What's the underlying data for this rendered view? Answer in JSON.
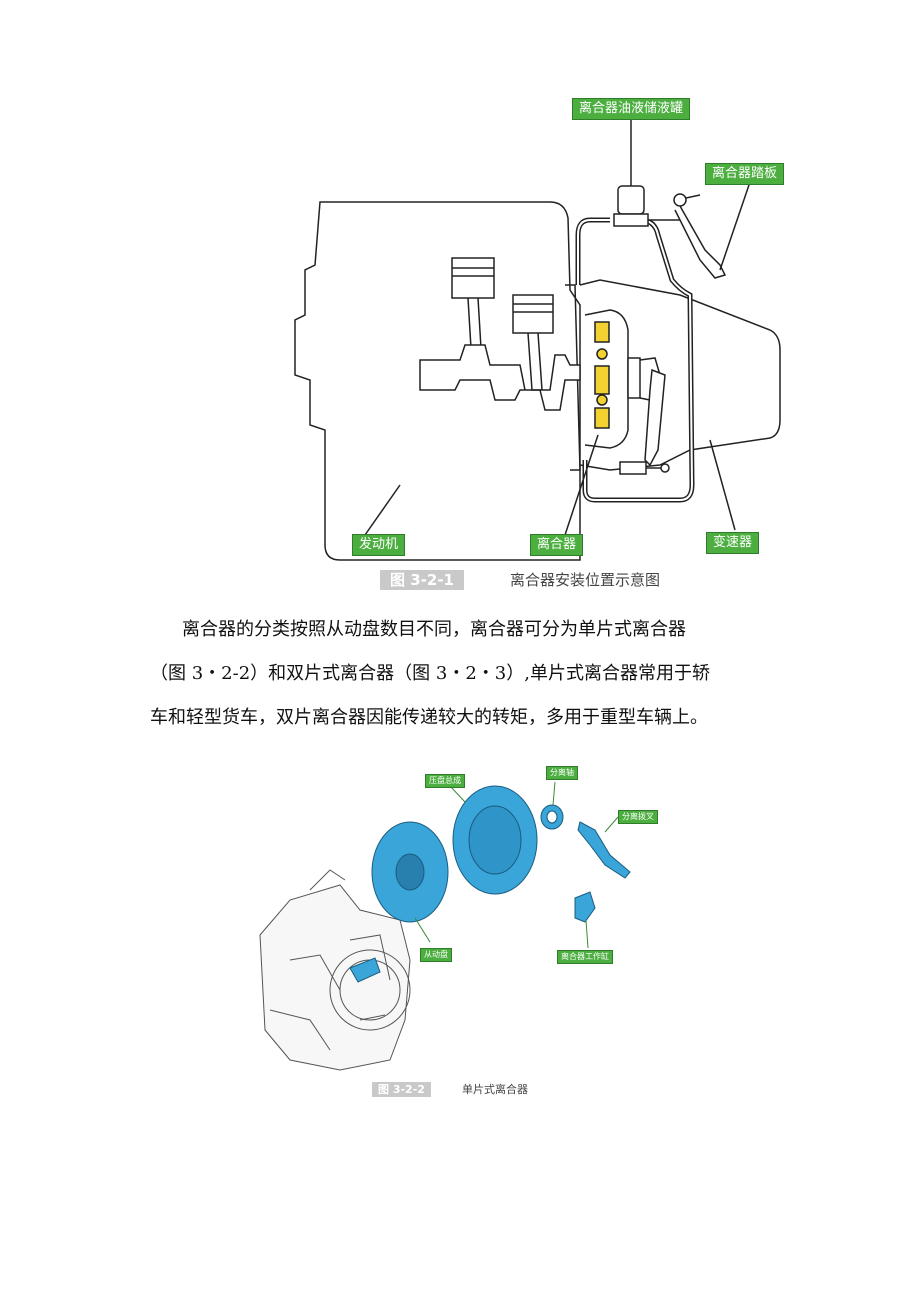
{
  "figure1": {
    "labels": {
      "reservoir": "离合器油液储液罐",
      "pedal": "离合器踏板",
      "engine": "发动机",
      "clutch": "离合器",
      "transmission": "变速器"
    },
    "caption_number": "图 3-2-1",
    "caption_title": "离合器安装位置示意图"
  },
  "paragraph": {
    "line1": "离合器的分类按照从动盘数目不同，离合器可分为单片式离合器",
    "line2": "（图 3・2-2）和双片式离合器（图 3・2・3）,单片式离合器常用于轿",
    "line3": "车和轻型货车，双片离合器因能传递较大的转矩，多用于重型车辆上。"
  },
  "figure2": {
    "labels": {
      "pressure_plate": "压盘总成",
      "release_bearing": "分离轴",
      "release_fork": "分离拨叉",
      "driven_disc": "从动盘",
      "slave_cylinder": "离合器工作缸"
    },
    "caption_number": "图 3-2-2",
    "caption_title": "单片式离合器"
  },
  "colors": {
    "label_green": "#4bae3f",
    "part_blue": "#3aa5d8",
    "part_yellow": "#f2d230",
    "caption_gray": "#c9c9c9"
  }
}
